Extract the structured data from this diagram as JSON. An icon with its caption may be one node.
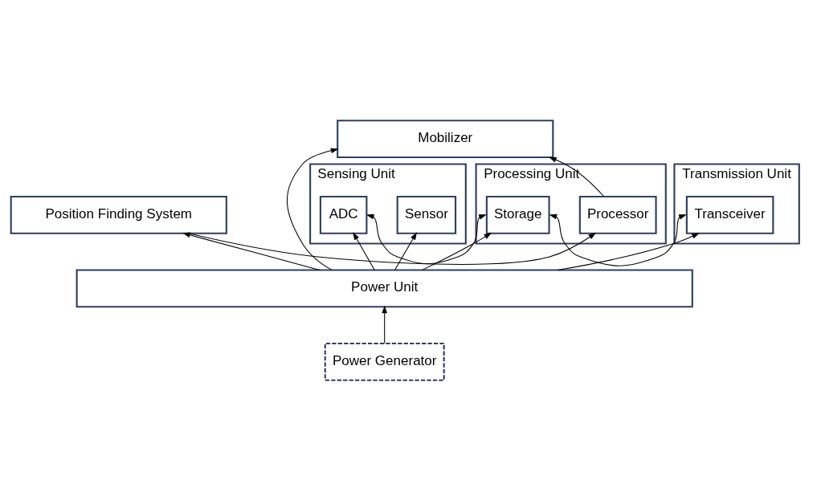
{
  "diagram": {
    "nodes": [
      {
        "text": [
          "Position Finding System"
        ]
      },
      {
        "text": [
          "Mobilizer"
        ]
      },
      {
        "text": [
          "Sensing Unit"
        ]
      },
      {
        "text": [
          "Sensor"
        ],
        "in": 2
      },
      {
        "text": [
          "ADC"
        ],
        "in": 2
      },
      {
        "text": [
          "Processing Unit"
        ]
      },
      {
        "text": [
          "Processor"
        ],
        "in": 5
      },
      {
        "text": [
          "Storage"
        ],
        "in": 5
      },
      {
        "text": [
          "Transmission Unit"
        ]
      },
      {
        "text": [
          "Transceiver"
        ],
        "in": 8
      },
      {
        "text": [
          "Power Unit"
        ]
      },
      {
        "text": [
          "Power Generator"
        ]
      }
    ],
    "edges": [
      {
        "from": 10,
        "to": 0,
        "arrow": "to"
      },
      {
        "from": 10,
        "to": 3,
        "arrow": "to"
      },
      {
        "from": 10,
        "to": 4,
        "arrow": "to"
      },
      {
        "from": 10,
        "to": 7,
        "arrow": "to"
      },
      {
        "from": 10,
        "to": 9,
        "arrow": "to"
      },
      {
        "from": 10,
        "to": 1,
        "arrow": "to"
      },
      {
        "from": 11,
        "to": 10,
        "arrow": "to"
      },
      {
        "from": 0,
        "to": 6,
        "arrow": "to"
      },
      {
        "from": 6,
        "to": 1,
        "arrow": "to"
      },
      {
        "from": 4,
        "to": 7,
        "arrow": "both"
      },
      {
        "from": 7,
        "to": 9,
        "arrow": "both"
      }
    ]
  }
}
